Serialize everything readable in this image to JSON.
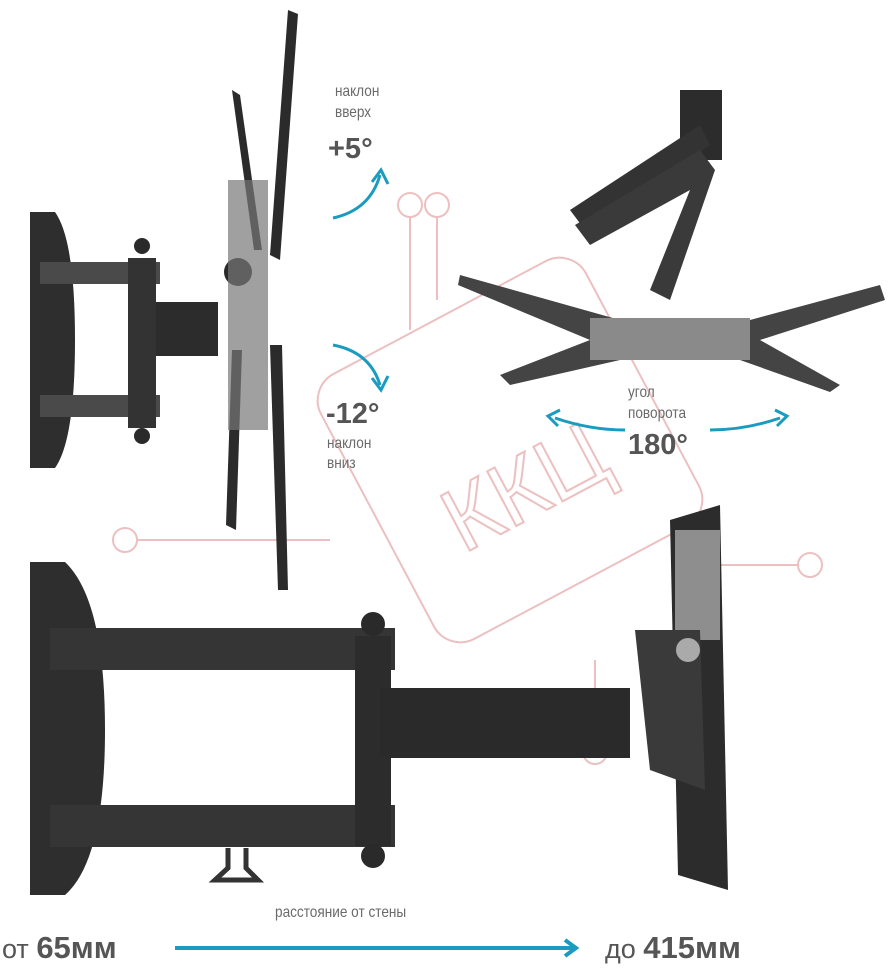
{
  "tilt_up": {
    "label_line1": "наклон",
    "label_line2": "вверх",
    "value": "+5°"
  },
  "tilt_down": {
    "value": "-12°",
    "label_line1": "наклон",
    "label_line2": "вниз"
  },
  "swivel": {
    "label_line1": "угол",
    "label_line2": "поворота",
    "value": "180°"
  },
  "distance": {
    "caption": "расстояние от стены",
    "min_prefix": "от",
    "min_value": "65мм",
    "max_prefix": "до",
    "max_value": "415мм"
  },
  "watermark": "ККЦ",
  "colors": {
    "accent": "#1a9bbf",
    "text": "#555555",
    "metal": "#3a3a3a",
    "watermark": "#e9b8b8"
  }
}
